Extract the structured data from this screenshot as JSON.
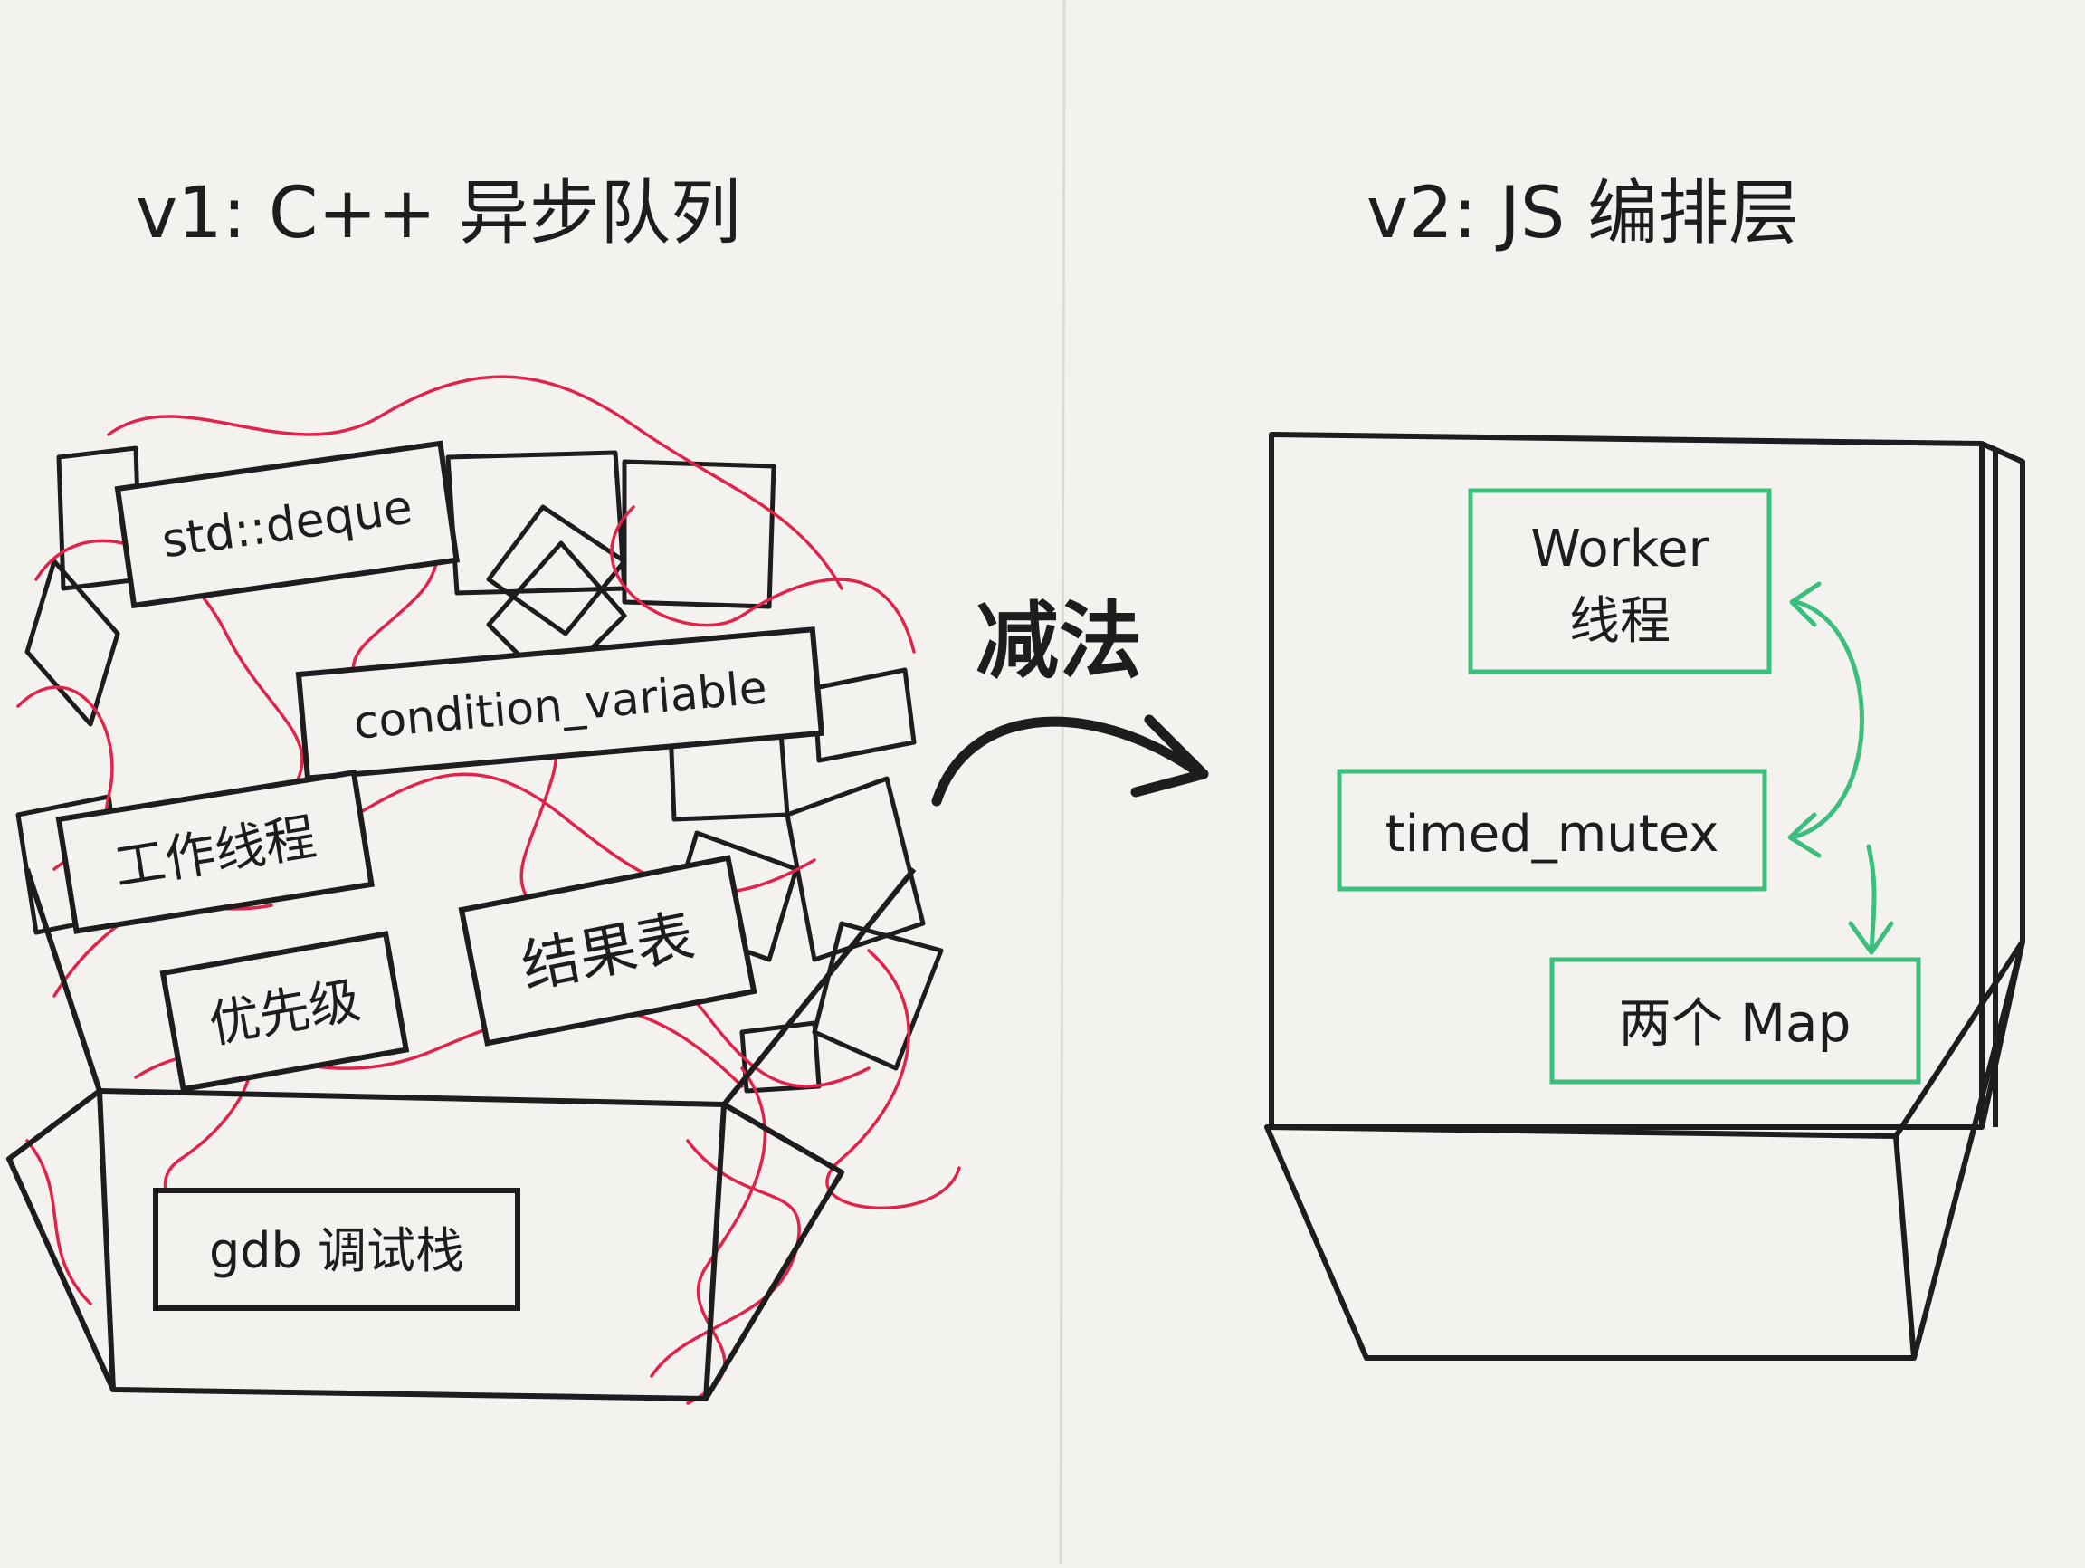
{
  "left_panel": {
    "title": "v1: C++ 异步队列",
    "labels": {
      "deque": "std::deque",
      "condvar": "condition_variable",
      "worker_threads": "工作线程",
      "priority": "优先级",
      "result_table": "结果表",
      "gdb_stack": "gdb 调试栈"
    }
  },
  "arrow_label": "减法",
  "right_panel": {
    "title": "v2: JS 编排层",
    "labels": {
      "worker_line1": "Worker",
      "worker_line2": "线程",
      "mutex": "timed_mutex",
      "maps": "两个 Map"
    }
  },
  "colors": {
    "ink": "#1d1d1d",
    "tangle": "#e0234a",
    "green": "#3cbf7d",
    "paper": "#f3f2ee"
  }
}
